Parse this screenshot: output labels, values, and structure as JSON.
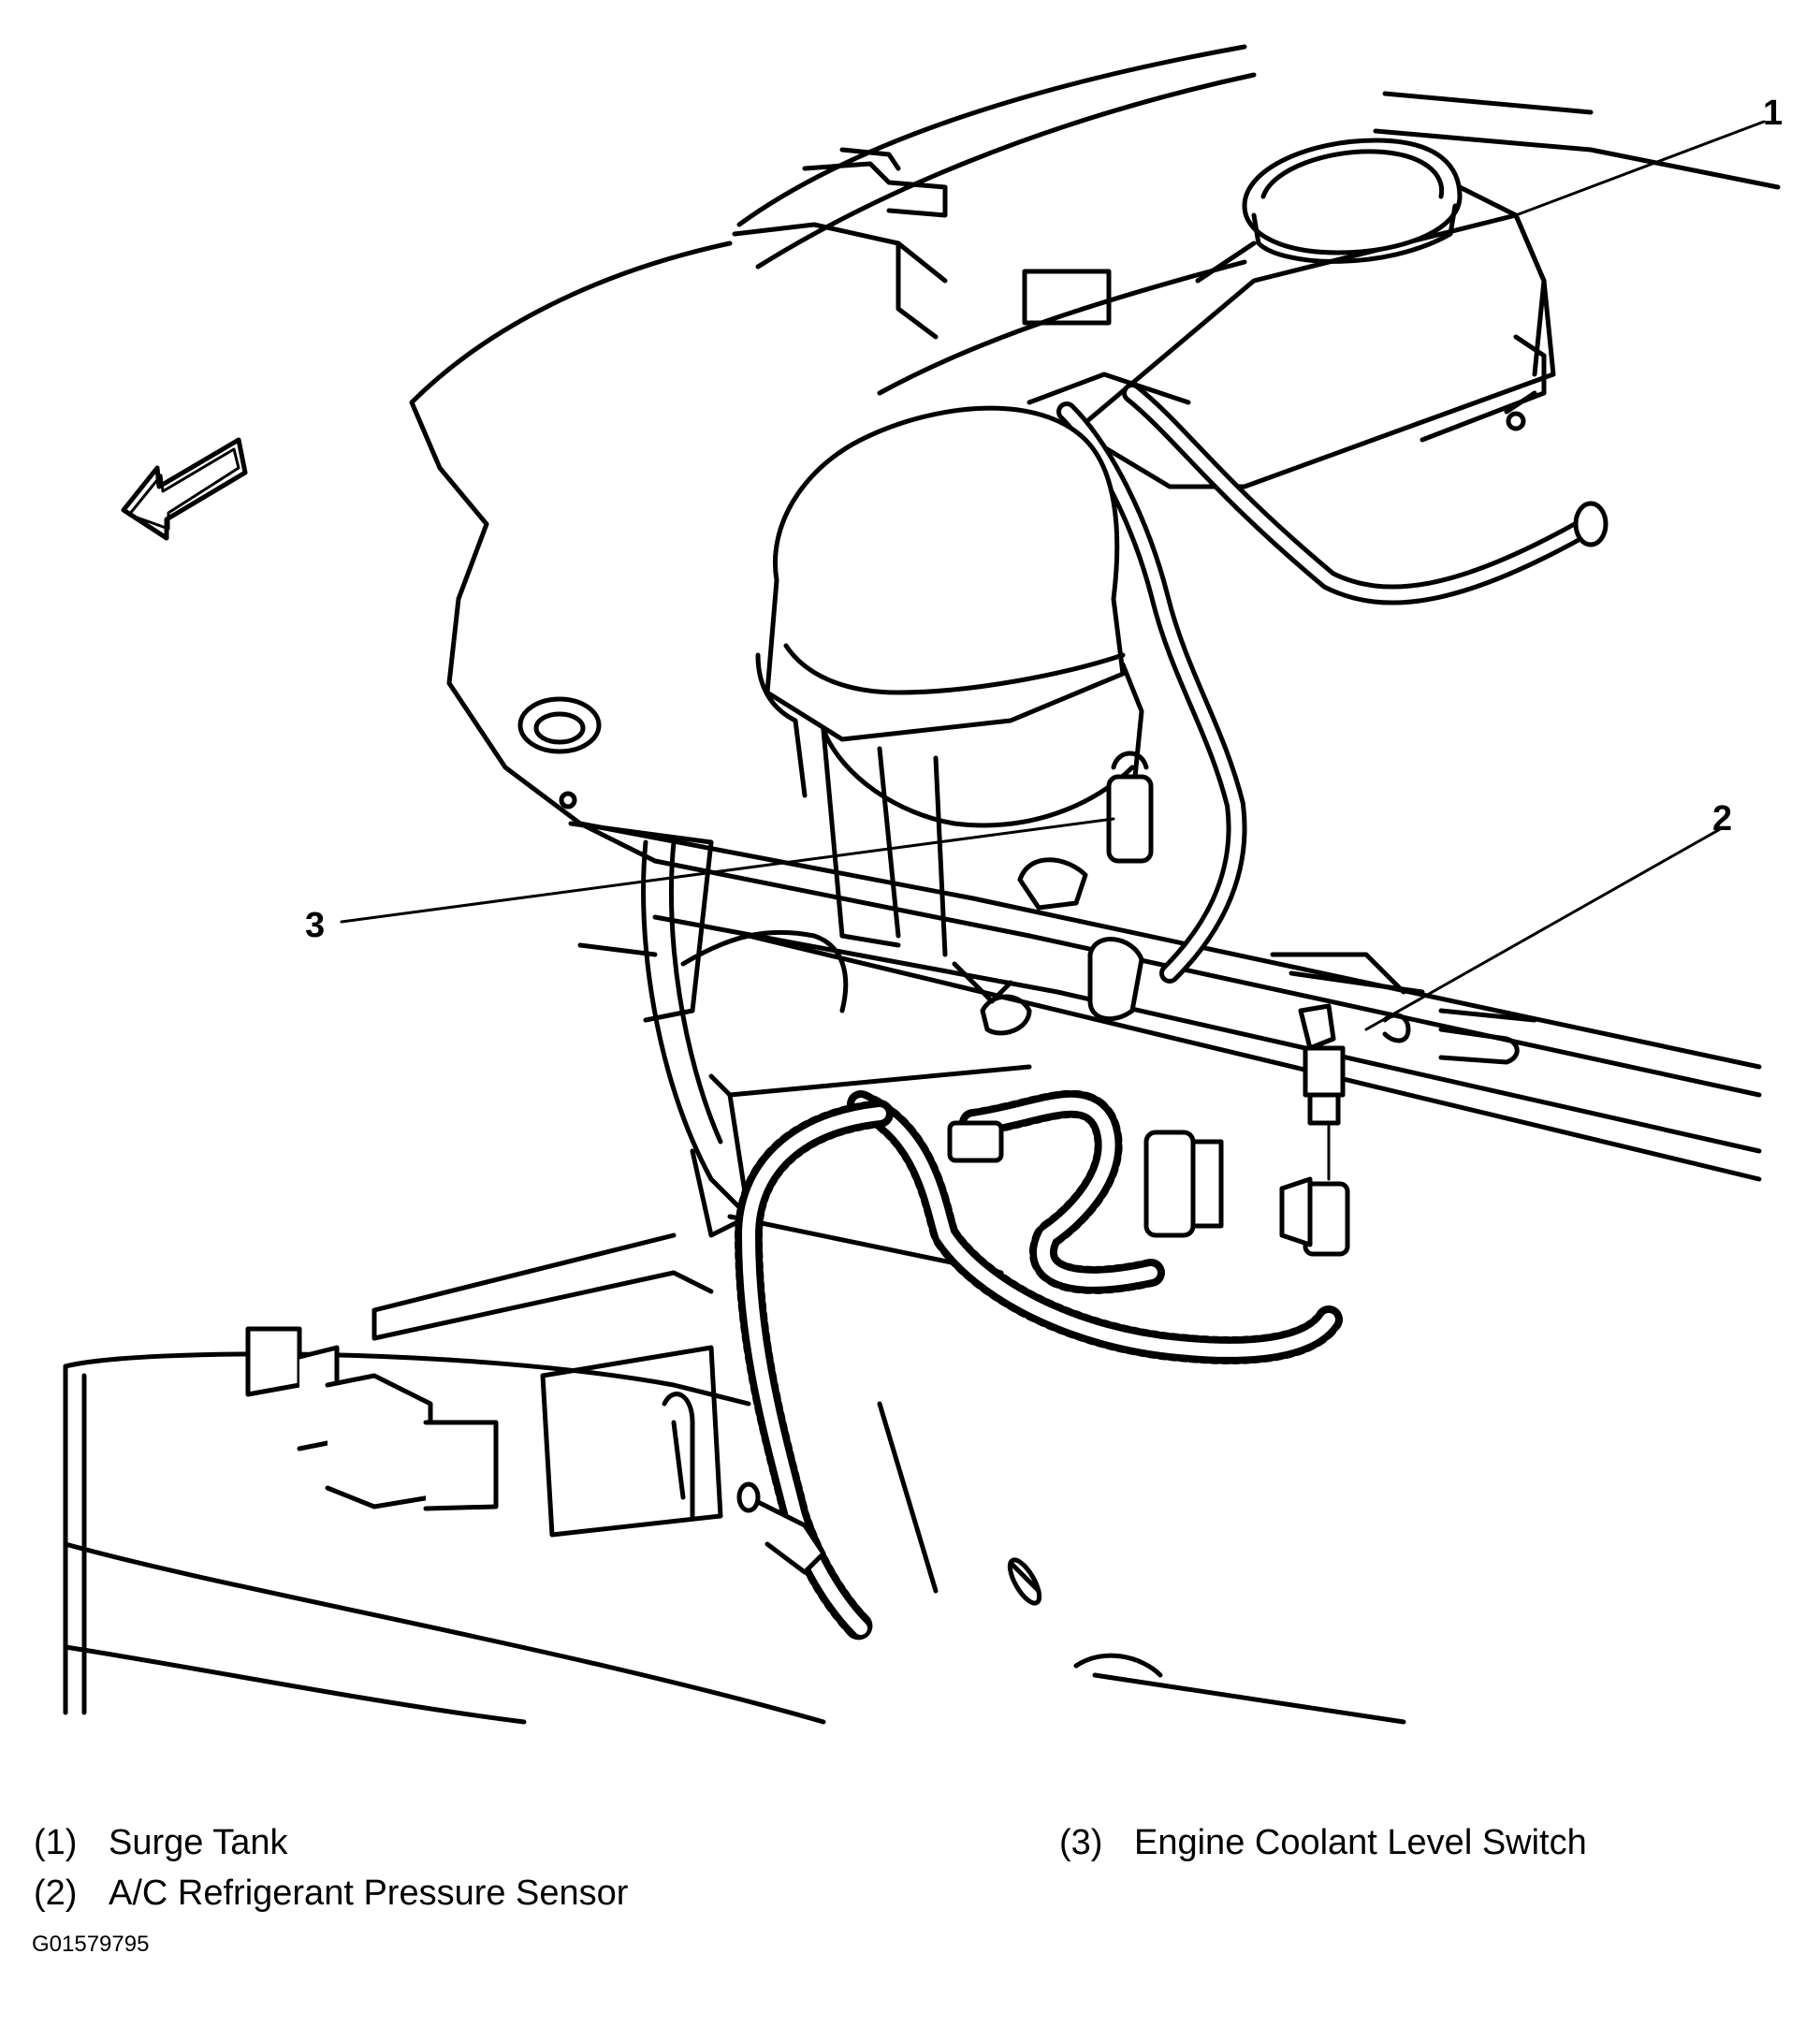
{
  "callouts": {
    "c1": "1",
    "c2": "2",
    "c3": "3"
  },
  "legend": {
    "items": [
      {
        "num": "(1)",
        "label": "Surge Tank"
      },
      {
        "num": "(2)",
        "label": "A/C Refrigerant Pressure Sensor"
      },
      {
        "num": "(3)",
        "label": "Engine Coolant Level Switch"
      }
    ]
  },
  "figure_id": "G01579795",
  "icons": {
    "direction_arrow": "front-direction-arrow-icon"
  }
}
